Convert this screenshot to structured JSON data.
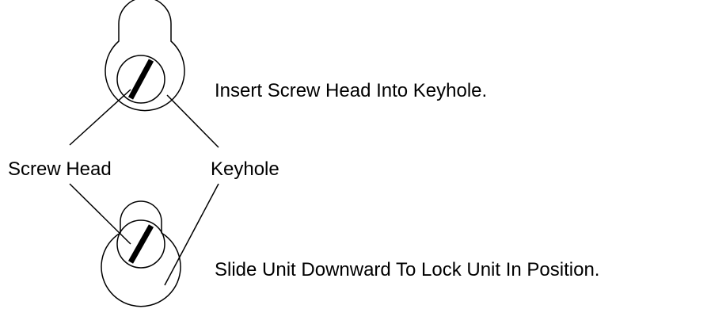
{
  "labels": {
    "instruction_insert": "Insert Screw Head Into Keyhole.",
    "screw_head": "Screw Head",
    "keyhole": "Keyhole",
    "instruction_slide": "Slide Unit Downward To Lock Unit In Position."
  },
  "colors": {
    "line": "#000000",
    "background": "#ffffff"
  }
}
